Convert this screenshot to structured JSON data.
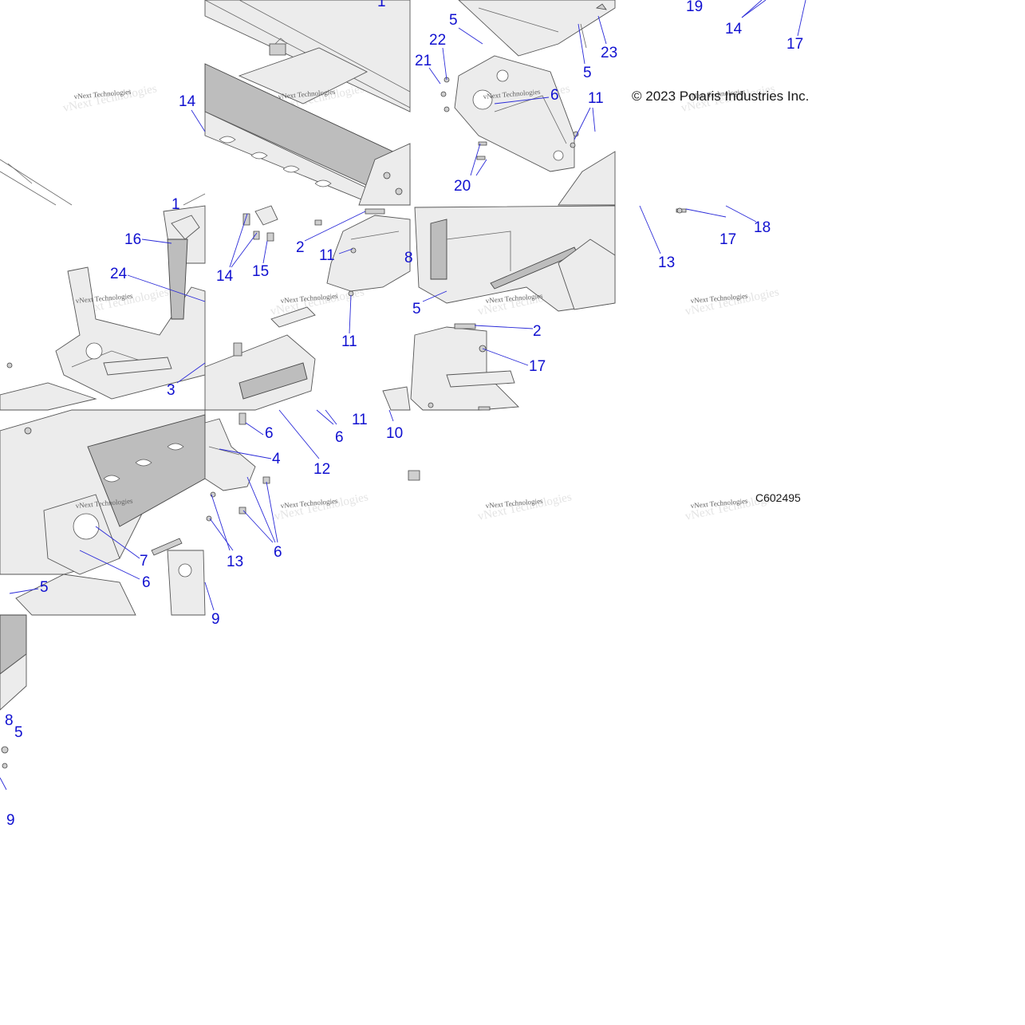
{
  "colors": {
    "callout": "#1010d0",
    "leader": "#2a2ad8",
    "line_art": "#555555",
    "background": "#ffffff"
  },
  "copyright": "© 2023 Polaris Industries Inc.",
  "diagram_code": "C602495",
  "watermark": "vNext Technologies",
  "callouts": [
    "1",
    "19",
    "14",
    "17",
    "5",
    "22",
    "21",
    "23",
    "5",
    "6",
    "11",
    "20",
    "14",
    "1",
    "16",
    "24",
    "14",
    "15",
    "2",
    "11",
    "8",
    "5",
    "2",
    "17",
    "18",
    "17",
    "13",
    "11",
    "3",
    "11",
    "6",
    "10",
    "6",
    "4",
    "12",
    "13",
    "6",
    "7",
    "6",
    "5",
    "9",
    "8",
    "5",
    "9"
  ]
}
